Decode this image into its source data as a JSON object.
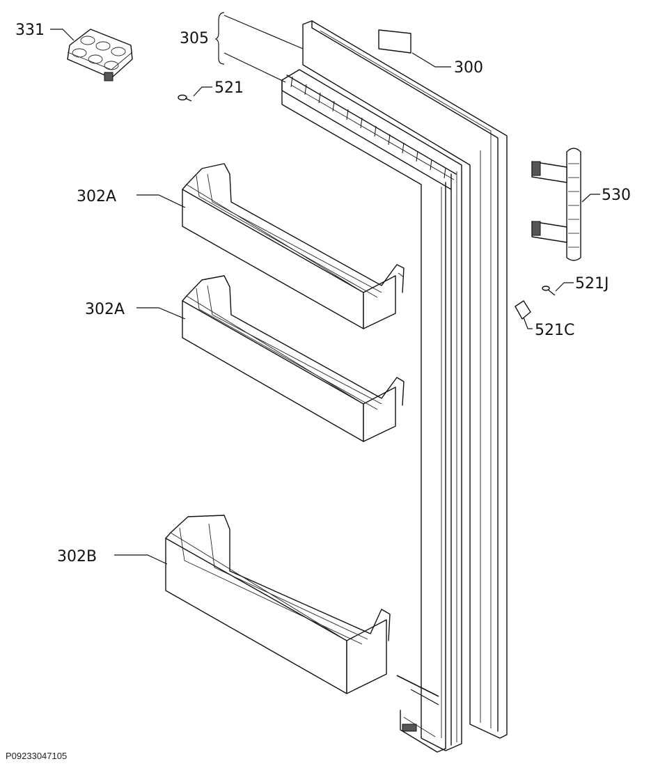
{
  "drawing_code": "P09233047105",
  "parts": [
    {
      "id": "331",
      "label": "331"
    },
    {
      "id": "305",
      "label": "305"
    },
    {
      "id": "300",
      "label": "300"
    },
    {
      "id": "521",
      "label": "521"
    },
    {
      "id": "302A-upper",
      "label": "302A"
    },
    {
      "id": "302A-lower",
      "label": "302A"
    },
    {
      "id": "302B",
      "label": "302B"
    },
    {
      "id": "530",
      "label": "530"
    },
    {
      "id": "521J",
      "label": "521J"
    },
    {
      "id": "521C",
      "label": "521C"
    }
  ]
}
